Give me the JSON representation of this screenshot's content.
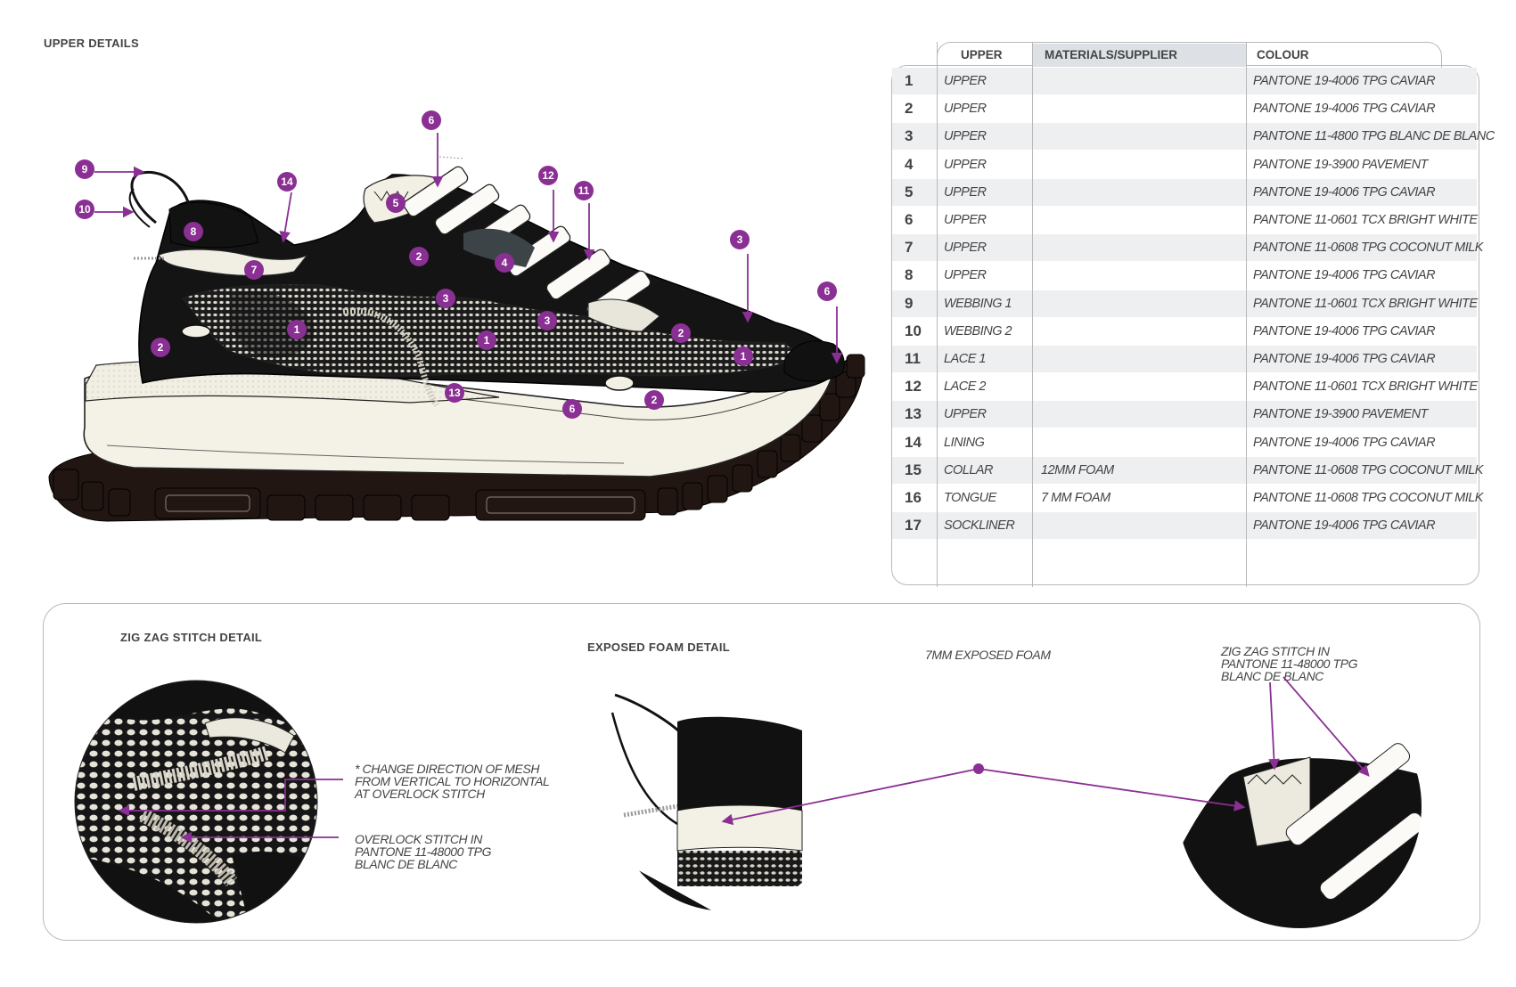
{
  "upper_details_title": "UPPER DETAILS",
  "callouts": [
    "1",
    "2",
    "3",
    "4",
    "5",
    "6",
    "7",
    "8",
    "9",
    "10",
    "11",
    "12",
    "13",
    "14"
  ],
  "table": {
    "headers": {
      "upper": "UPPER",
      "materials": "MATERIALS/SUPPLIER",
      "colour": "COLOUR"
    },
    "rows": [
      {
        "num": "1",
        "part": "UPPER",
        "material": "",
        "colour": "PANTONE 19-4006 TPG CAVIAR"
      },
      {
        "num": "2",
        "part": "UPPER",
        "material": "",
        "colour": "PANTONE 19-4006 TPG CAVIAR"
      },
      {
        "num": "3",
        "part": "UPPER",
        "material": "",
        "colour": "PANTONE 11-4800 TPG BLANC DE BLANC"
      },
      {
        "num": "4",
        "part": "UPPER",
        "material": "",
        "colour": "PANTONE 19-3900 PAVEMENT"
      },
      {
        "num": "5",
        "part": "UPPER",
        "material": "",
        "colour": "PANTONE 19-4006 TPG CAVIAR"
      },
      {
        "num": "6",
        "part": "UPPER",
        "material": "",
        "colour": "PANTONE 11-0601 TCX BRIGHT WHITE"
      },
      {
        "num": "7",
        "part": "UPPER",
        "material": "",
        "colour": "PANTONE 11-0608 TPG COCONUT MILK"
      },
      {
        "num": "8",
        "part": "UPPER",
        "material": "",
        "colour": "PANTONE 19-4006 TPG CAVIAR"
      },
      {
        "num": "9",
        "part": "WEBBING 1",
        "material": "",
        "colour": "PANTONE 11-0601 TCX BRIGHT WHITE"
      },
      {
        "num": "10",
        "part": "WEBBING 2",
        "material": "",
        "colour": "PANTONE 19-4006 TPG CAVIAR"
      },
      {
        "num": "11",
        "part": "LACE 1",
        "material": "",
        "colour": "PANTONE 19-4006 TPG CAVIAR"
      },
      {
        "num": "12",
        "part": "LACE 2",
        "material": "",
        "colour": "PANTONE 11-0601 TCX BRIGHT WHITE"
      },
      {
        "num": "13",
        "part": "UPPER",
        "material": "",
        "colour": "PANTONE 19-3900 PAVEMENT"
      },
      {
        "num": "14",
        "part": "LINING",
        "material": "",
        "colour": "PANTONE 19-4006 TPG CAVIAR"
      },
      {
        "num": "15",
        "part": "COLLAR",
        "material": "12MM FOAM",
        "colour": "PANTONE 11-0608 TPG COCONUT MILK"
      },
      {
        "num": "16",
        "part": "TONGUE",
        "material": "7 MM FOAM",
        "colour": "PANTONE 11-0608 TPG COCONUT MILK"
      },
      {
        "num": "17",
        "part": "SOCKLINER",
        "material": "",
        "colour": "PANTONE 19-4006 TPG CAVIAR"
      }
    ]
  },
  "zigzag": {
    "title": "ZIG ZAG STITCH DETAIL",
    "note1": [
      "* CHANGE DIRECTION OF MESH",
      "FROM VERTICAL TO HORIZONTAL",
      "AT OVERLOCK STITCH"
    ],
    "note2": [
      "OVERLOCK STITCH IN",
      "PANTONE 11-48000 TPG",
      "BLANC DE BLANC"
    ]
  },
  "foam": {
    "title": "EXPOSED FOAM DETAIL",
    "label": "7MM EXPOSED FOAM",
    "zig_label": [
      "ZIG ZAG STITCH IN",
      "PANTONE 11-48000 TPG",
      "BLANC DE BLANC"
    ]
  },
  "colors": {
    "callout": "#8a2f93",
    "ink": "#141414",
    "cream": "#f4f1e6",
    "row_shade": "#eeeff1",
    "header_shade": "#dde0e4"
  }
}
